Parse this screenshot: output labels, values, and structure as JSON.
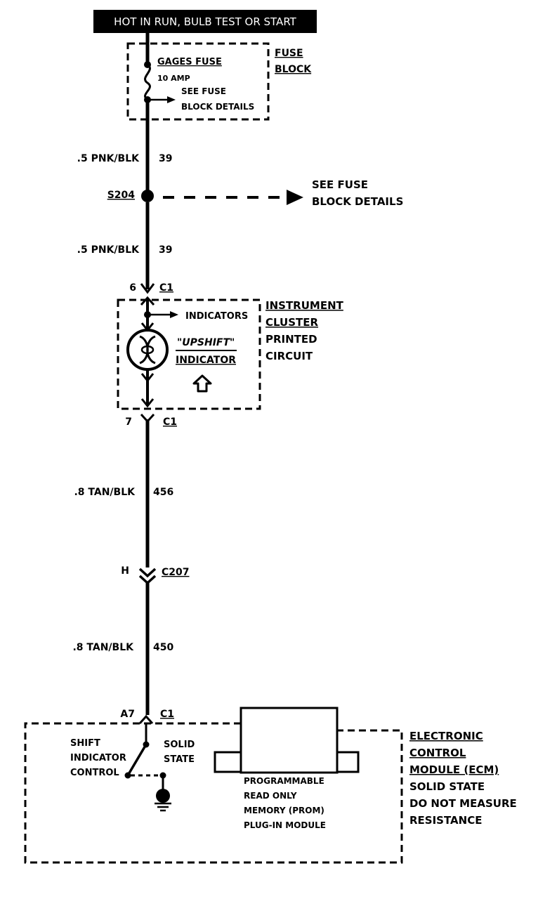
{
  "banner": "HOT IN RUN, BULB TEST OR START",
  "fuse_block": {
    "fuse_name": "GAGES FUSE",
    "rating": "10 AMP",
    "see_line1": "SEE FUSE",
    "see_line2": "BLOCK DETAILS",
    "title_line1": "FUSE",
    "title_line2": "BLOCK"
  },
  "wires": [
    {
      "gauge_color": ".5 PNK/BLK",
      "circuit": "39"
    },
    {
      "gauge_color": ".5 PNK/BLK",
      "circuit": "39"
    },
    {
      "gauge_color": ".8 TAN/BLK",
      "circuit": "456"
    },
    {
      "gauge_color": ".8 TAN/BLK",
      "circuit": "450"
    }
  ],
  "splice": {
    "id": "S204",
    "see_line1": "SEE FUSE",
    "see_line2": "BLOCK DETAILS"
  },
  "connectors": [
    {
      "pin": "6",
      "name": "C1"
    },
    {
      "pin": "7",
      "name": "C1"
    },
    {
      "pin": "H",
      "name": "C207"
    },
    {
      "pin": "A7",
      "name": "C1"
    }
  ],
  "cluster": {
    "indicators": "INDICATORS",
    "bulb_line1": "\"UPSHIFT\"",
    "bulb_line2": "INDICATOR",
    "title_line1": "INSTRUMENT",
    "title_line2": "CLUSTER",
    "sub_line1": "PRINTED",
    "sub_line2": "CIRCUIT"
  },
  "ecm": {
    "switch_line1": "SHIFT",
    "switch_line2": "INDICATOR",
    "switch_line3": "CONTROL",
    "solid_line1": "SOLID",
    "solid_line2": "STATE",
    "prom_line1": "PROGRAMMABLE",
    "prom_line2": "READ ONLY",
    "prom_line3": "MEMORY (PROM)",
    "prom_line4": "PLUG-IN MODULE",
    "title_line1": "ELECTRONIC",
    "title_line2": "CONTROL",
    "title_line3": "MODULE (ECM)",
    "note_line1": "SOLID STATE",
    "note_line2": "DO NOT MEASURE",
    "note_line3": "RESISTANCE"
  }
}
